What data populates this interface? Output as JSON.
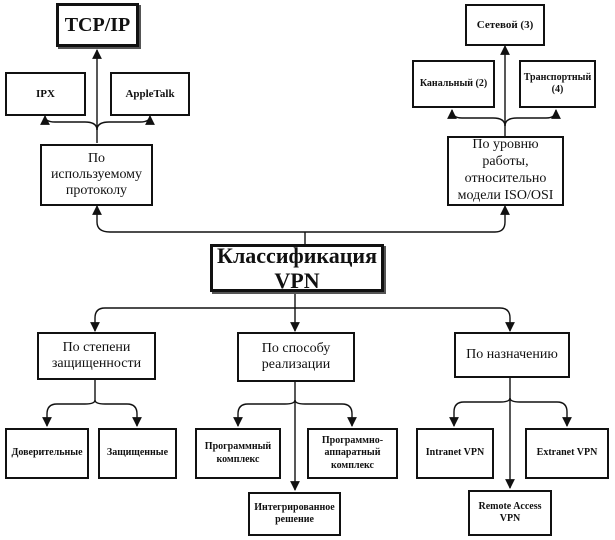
{
  "colors": {
    "ink": "#111111",
    "box_fill": "#ffffff",
    "shadow": "#555555"
  },
  "root": {
    "label": "Классификация VPN"
  },
  "protocol_branch": {
    "label": "По используемому протоколу",
    "children": {
      "tcpip": "TCP/IP",
      "ipx": "IPX",
      "appletalk": "AppleTalk"
    }
  },
  "osi_branch": {
    "label": "По уровню работы, относительно модели ISO/OSI",
    "children": {
      "network": "Сетевой (3)",
      "datalink": "Канальный (2)",
      "transport": "Транспортный (4)"
    }
  },
  "security_branch": {
    "label": "По степени защищенности",
    "children": {
      "trusted": "Доверительные",
      "protected": "Защищенные"
    }
  },
  "implementation_branch": {
    "label": "По способу реализации",
    "children": {
      "software": "Программный комплекс",
      "hw_sw": "Программно-аппаратный комплекс",
      "integrated": "Интегрированное решение"
    }
  },
  "purpose_branch": {
    "label": "По назначению",
    "children": {
      "intranet": "Intranet VPN",
      "extranet": "Extranet VPN",
      "remote": "Remote Access VPN"
    }
  }
}
